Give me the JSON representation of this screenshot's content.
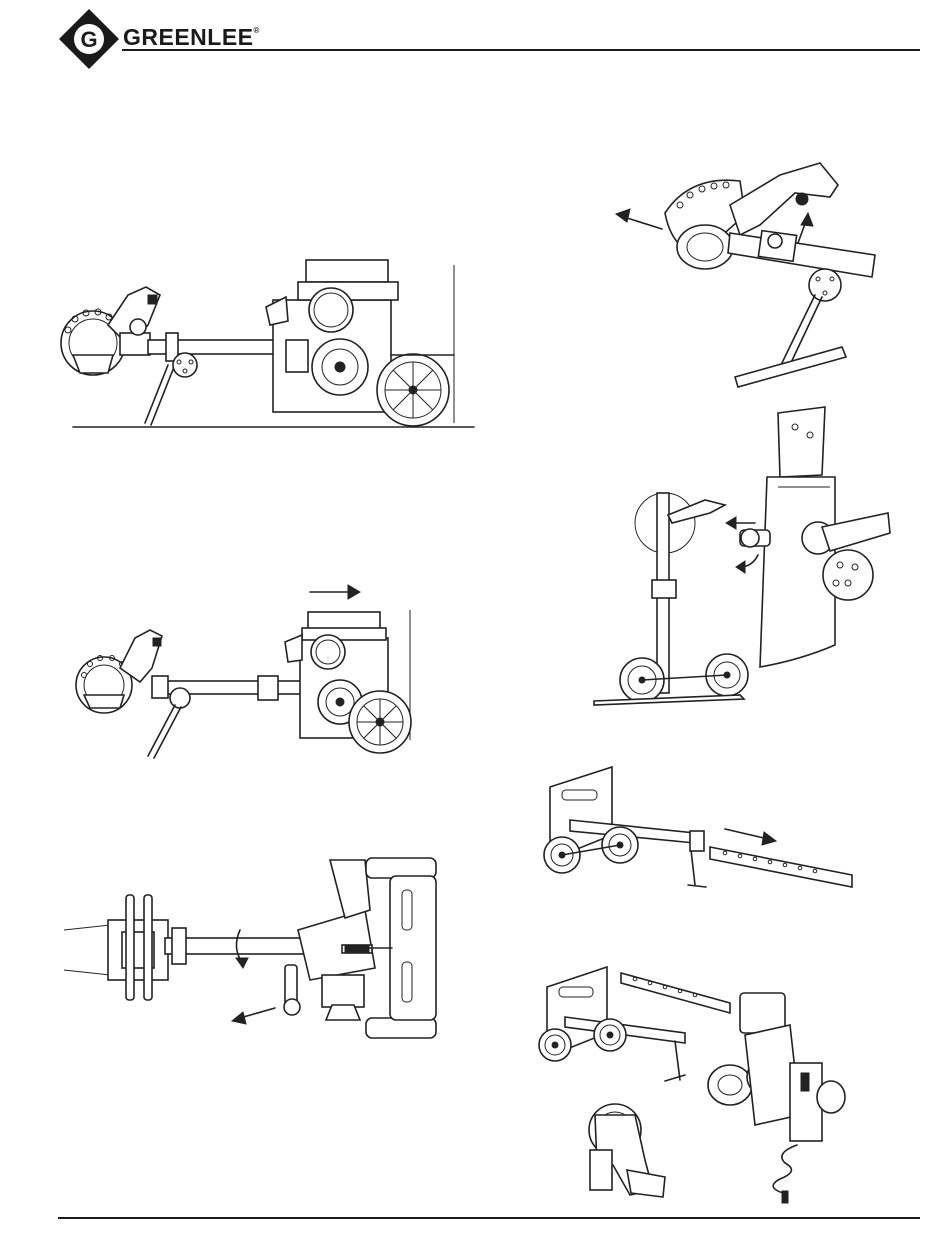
{
  "header": {
    "brand": "GREENLEE",
    "logo_letter": "G",
    "trademark": "®"
  },
  "figures": [
    {
      "name": "puller-side-view-boom-lowered",
      "icon": "cable-puller-side-icon"
    },
    {
      "name": "boom-release-detail",
      "icon": "boom-release-detail-icon"
    },
    {
      "name": "hand-truck-lock-detail",
      "icon": "hand-truck-lock-icon"
    },
    {
      "name": "puller-side-view-boom-extended",
      "icon": "cable-puller-extend-icon"
    },
    {
      "name": "puller-top-view-rotate",
      "icon": "cable-puller-top-icon"
    },
    {
      "name": "hand-truck-boom-removal",
      "icon": "hand-truck-boom-icon"
    },
    {
      "name": "puller-disassembled-components",
      "icon": "puller-components-icon"
    }
  ]
}
